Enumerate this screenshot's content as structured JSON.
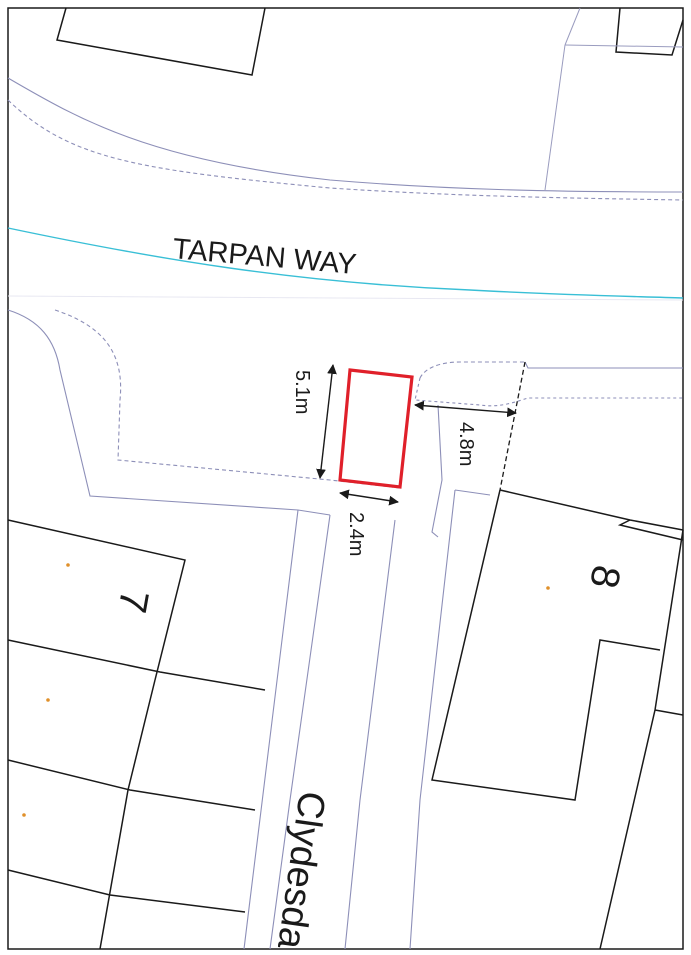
{
  "map": {
    "street_labels": {
      "tarpan_way": "TARPAN WAY",
      "clydesdale": "Clydesda"
    },
    "house_numbers": {
      "left_plot": "7",
      "right_plot": "8"
    },
    "dimensions": {
      "depth": "5.1m",
      "width": "2.4m",
      "offset": "4.8m"
    },
    "colors": {
      "site_boundary": "#e0202a",
      "building_outline": "#1a1a1a",
      "kerb_line": "#8d8fb8",
      "road_centre": "#39bfd6",
      "plot_marker": "#e0902a"
    }
  }
}
